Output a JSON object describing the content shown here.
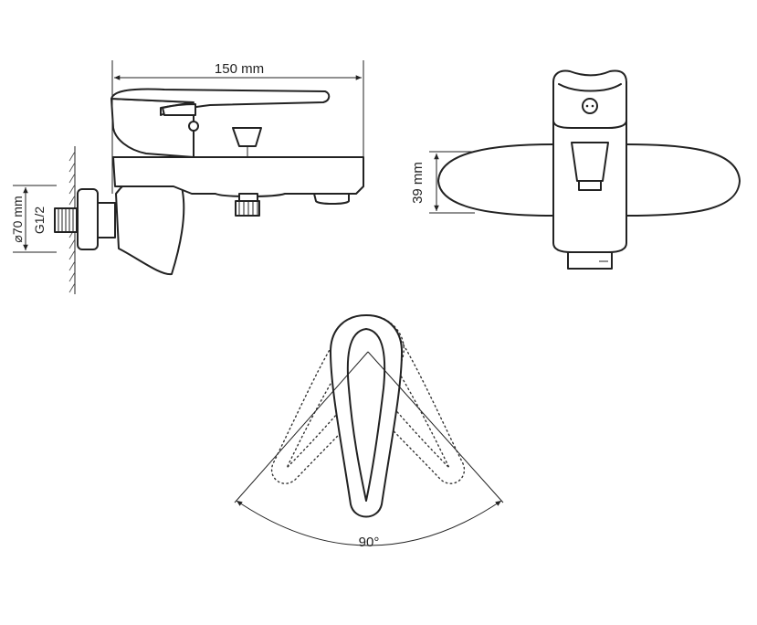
{
  "dimensions": {
    "width_label": "150 mm",
    "height_label": "39 mm",
    "diameter_label": "⌀70 mm",
    "thread_label": "G1/2",
    "angle_label": "90°"
  },
  "colors": {
    "line": "#222222",
    "background": "#ffffff"
  }
}
